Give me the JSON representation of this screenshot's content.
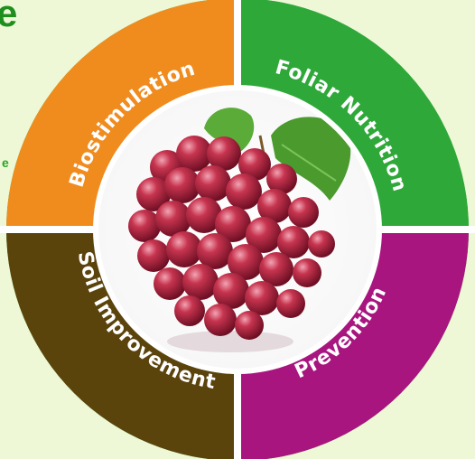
{
  "fragments": {
    "top_left": "e",
    "left_side": "e"
  },
  "segments": [
    {
      "label": "Biostimulation",
      "color": "#f08c1e"
    },
    {
      "label": "Foliar Nutrition",
      "color": "#2fa83a"
    },
    {
      "label": "Prevention",
      "color": "#a8157f"
    },
    {
      "label": "Soil Improvement",
      "color": "#5b430c"
    }
  ],
  "center": {
    "image": "grapes",
    "fruit_color": "#b3213d",
    "leaf_color": "#4a9a2e"
  }
}
